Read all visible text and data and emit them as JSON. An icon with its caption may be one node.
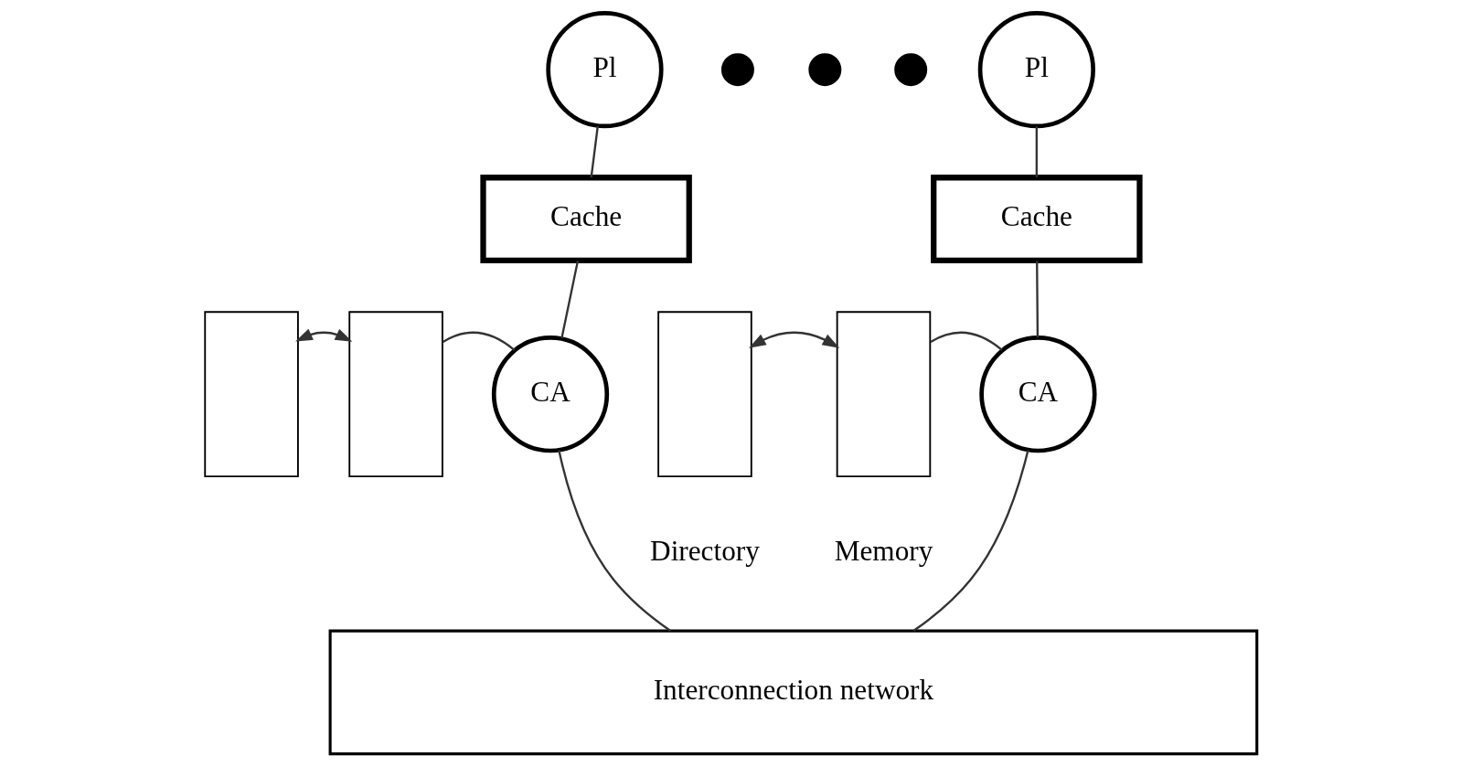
{
  "diagram": {
    "nodes": [
      {
        "text": [
          "Pl"
        ]
      },
      {
        "text": [
          "Cache"
        ]
      },
      {
        "text": [
          "CA"
        ]
      },
      {
        "text": [],
        "shape": "box"
      },
      {
        "text": [],
        "shape": "box"
      },
      {
        "text": [],
        "shape": "circle"
      },
      {
        "text": [],
        "shape": "circle"
      },
      {
        "text": [],
        "shape": "circle"
      },
      {
        "text": [
          "Pl"
        ]
      },
      {
        "text": [
          "Cache"
        ]
      },
      {
        "text": [
          "CA"
        ]
      },
      {
        "text": [],
        "shape": "box",
        "beside": [
          "Directory"
        ]
      },
      {
        "text": [],
        "shape": "box",
        "beside": [
          "Memory"
        ]
      },
      {
        "text": [
          "Interconnection network"
        ]
      }
    ],
    "edges": [
      {
        "from": 0,
        "to": 1,
        "arrow": "none"
      },
      {
        "from": 1,
        "to": 2,
        "arrow": "none"
      },
      {
        "from": 4,
        "to": 2,
        "arrow": "none"
      },
      {
        "from": 3,
        "to": 4,
        "arrow": "both"
      },
      {
        "from": 2,
        "to": 13,
        "arrow": "none"
      },
      {
        "from": 8,
        "to": 9,
        "arrow": "none"
      },
      {
        "from": 9,
        "to": 10,
        "arrow": "none"
      },
      {
        "from": 12,
        "to": 10,
        "arrow": "none"
      },
      {
        "from": 11,
        "to": 12,
        "arrow": "both"
      },
      {
        "from": 10,
        "to": 13,
        "arrow": "none"
      }
    ]
  }
}
